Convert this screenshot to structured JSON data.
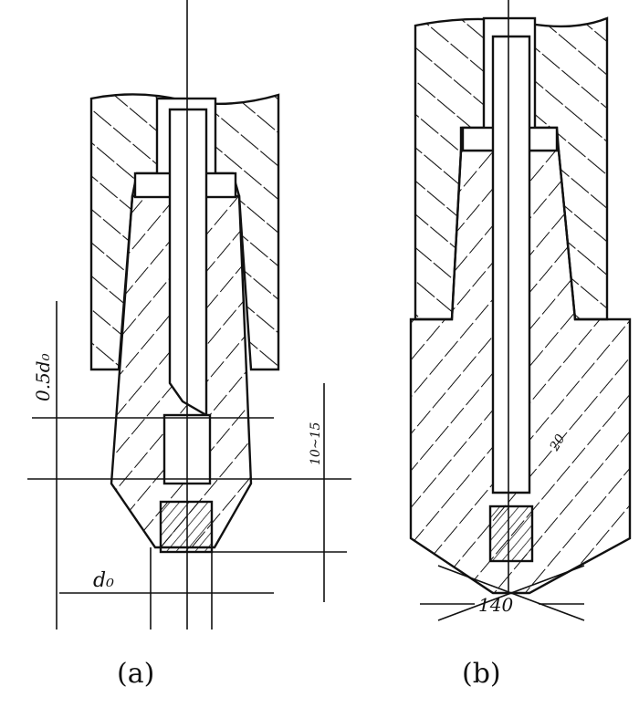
{
  "figure_a": {
    "caption": "(a)",
    "dim_diameter": "d₀",
    "dim_offset": "0.5d₀",
    "dim_range": "10~15"
  },
  "figure_b": {
    "caption": "(b)",
    "dim_angle": "140",
    "dim_small": "20"
  },
  "colors": {
    "ink": "#111111",
    "paper": "#ffffff"
  }
}
